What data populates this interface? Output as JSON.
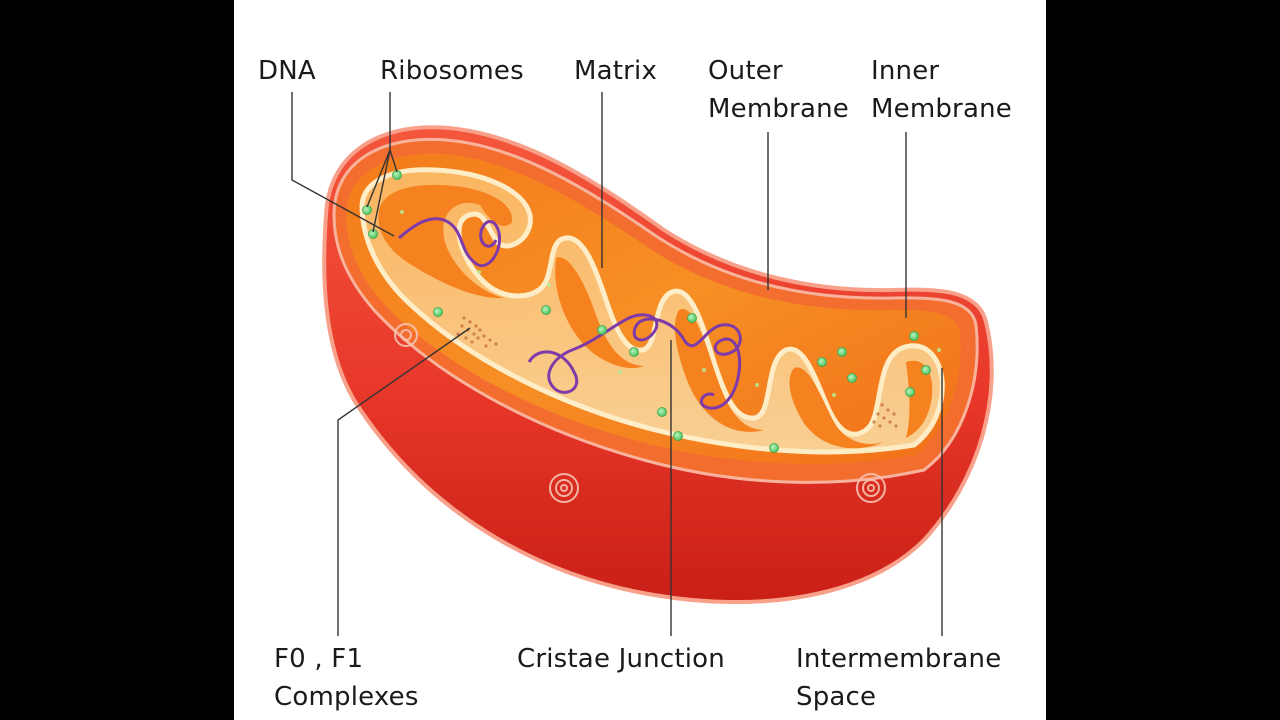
{
  "labels": {
    "dna": "DNA",
    "ribosomes": "Ribosomes",
    "matrix": "Matrix",
    "outer_membrane": [
      "Outer",
      "Membrane"
    ],
    "inner_membrane": [
      "Inner",
      "Membrane"
    ],
    "f0_f1": [
      "F0 , F1",
      "Complexes"
    ],
    "cristae_junction": "Cristae Junction",
    "intermembrane_space": [
      "Intermembrane",
      "Space"
    ]
  },
  "colors": {
    "outer_wall": "#e8382a",
    "outer_wall_dark": "#c91f16",
    "inner_cavity": "#f58a1f",
    "membrane_fold": "#fde6b4",
    "dna_strand": "#7d3aa8",
    "ribosome": "#6ddc7a",
    "leader_line": "#333333",
    "background": "#ffffff",
    "letterbox": "#000000"
  },
  "icons": {
    "watermark": "dreamstime-swirl-icon"
  }
}
